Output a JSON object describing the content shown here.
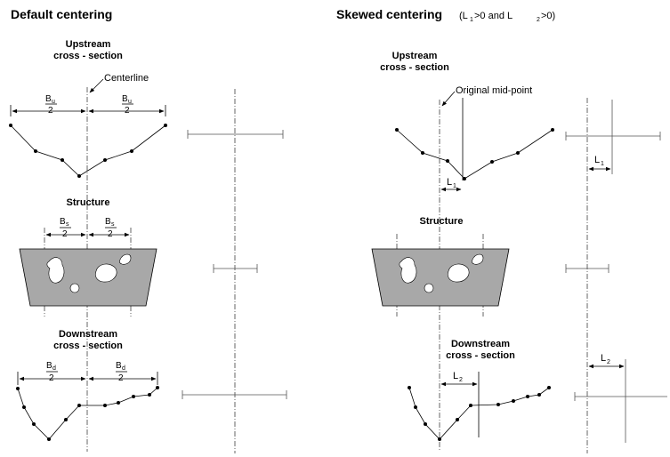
{
  "left": {
    "title": "Default centering",
    "upstream_title_1": "Upstream",
    "upstream_title_2": "cross - section",
    "centerline": "Centerline",
    "structure_title": "Structure",
    "downstream_title_1": "Downstream",
    "downstream_title_2": "cross - section",
    "bu_sym": "B",
    "bu_sub": "u",
    "bs_sym": "B",
    "bs_sub": "s",
    "bd_sym": "B",
    "bd_sub": "d",
    "two": "2"
  },
  "right": {
    "title": "Skewed centering",
    "cond_1": "(L",
    "cond_1_sub": "1",
    "cond_2": ">0 and L",
    "cond_2_sub": "2",
    "cond_3": ">0)",
    "upstream_title_1": "Upstream",
    "upstream_title_2": "cross - section",
    "midpoint": "Original mid-point",
    "structure_title": "Structure",
    "downstream_title_1": "Downstream",
    "downstream_title_2": "cross - section",
    "l_sym": "L",
    "l1_sub": "1",
    "l2_sub": "2"
  }
}
